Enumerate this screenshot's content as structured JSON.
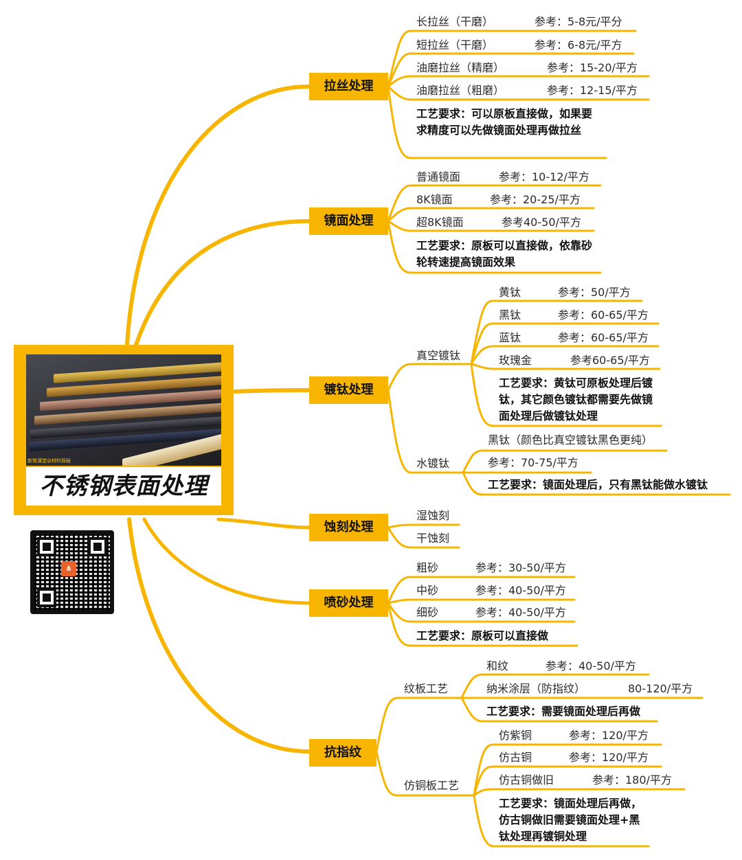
{
  "root": {
    "title": "不锈钢表面处理",
    "photo_watermark": "新筑课堂@材料探秘"
  },
  "qr_code": {
    "logo_glyph": "⋔"
  },
  "colors": {
    "branch": "#f7b500",
    "text": "#2a2a2a",
    "background": "#ffffff"
  },
  "branches": [
    {
      "title": "拉丝处理",
      "items": [
        {
          "name": "长拉丝（干磨）",
          "ref": "参考：5-8元/平分"
        },
        {
          "name": "短拉丝（干磨）",
          "ref": "参考：6-8元/平方"
        },
        {
          "name": "油磨拉丝（精磨）",
          "ref": "参考：15-20/平方"
        },
        {
          "name": "油磨拉丝（粗磨）",
          "ref": "参考：12-15/平方"
        }
      ],
      "note": "工艺要求：可以原板直接做，如果要求精度可以先做镜面处理再做拉丝"
    },
    {
      "title": "镜面处理",
      "items": [
        {
          "name": "普通镜面",
          "ref": "参考：10-12/平方"
        },
        {
          "name": "8K镜面",
          "ref": "参考：20-25/平方"
        },
        {
          "name": "超8K镜面",
          "ref": "参考40-50/平方"
        }
      ],
      "note": "工艺要求：原板可以直接做，依靠砂轮转速提高镜面效果"
    },
    {
      "title": "镀钛处理",
      "groups": [
        {
          "title": "真空镀钛",
          "items": [
            {
              "name": "黄钛",
              "ref": "参考：50/平方"
            },
            {
              "name": "黑钛",
              "ref": "参考：60-65/平方"
            },
            {
              "name": "蓝钛",
              "ref": "参考：60-65/平方"
            },
            {
              "name": "玫瑰金",
              "ref": "参考60-65/平方"
            }
          ],
          "note": "工艺要求：黄钛可原板处理后镀钛，其它颜色镀钛都需要先做镜面处理后做镀钛处理"
        },
        {
          "title": "水镀钛",
          "items": [
            {
              "name": "黑钛（颜色比真空镀钛黑色更纯）"
            },
            {
              "name": "参考：70-75/平方"
            }
          ],
          "note": "工艺要求：镜面处理后，只有黑钛能做水镀钛"
        }
      ]
    },
    {
      "title": "蚀刻处理",
      "items": [
        {
          "name": "湿蚀刻"
        },
        {
          "name": "干蚀刻"
        }
      ]
    },
    {
      "title": "喷砂处理",
      "items": [
        {
          "name": "粗砂",
          "ref": "参考：30-50/平方"
        },
        {
          "name": "中砂",
          "ref": "参考：40-50/平方"
        },
        {
          "name": "细砂",
          "ref": "参考：40-50/平方"
        }
      ],
      "note": "工艺要求：原板可以直接做"
    },
    {
      "title": "抗指纹",
      "groups": [
        {
          "title": "纹板工艺",
          "items": [
            {
              "name": "和纹",
              "ref": "参考：40-50/平方"
            },
            {
              "name": "纳米涂层（防指纹）",
              "ref": "80-120/平方"
            }
          ],
          "note": "工艺要求：需要镜面处理后再做"
        },
        {
          "title": "仿铜板工艺",
          "items": [
            {
              "name": "仿紫铜",
              "ref": "参考：120/平方"
            },
            {
              "name": "仿古铜",
              "ref": "参考：120/平方"
            },
            {
              "name": "仿古铜做旧",
              "ref": "参考：180/平方"
            }
          ],
          "note": "工艺要求：镜面处理后再做，仿古铜做旧需要镜面处理+黑钛处理再镀铜处理"
        }
      ]
    }
  ]
}
